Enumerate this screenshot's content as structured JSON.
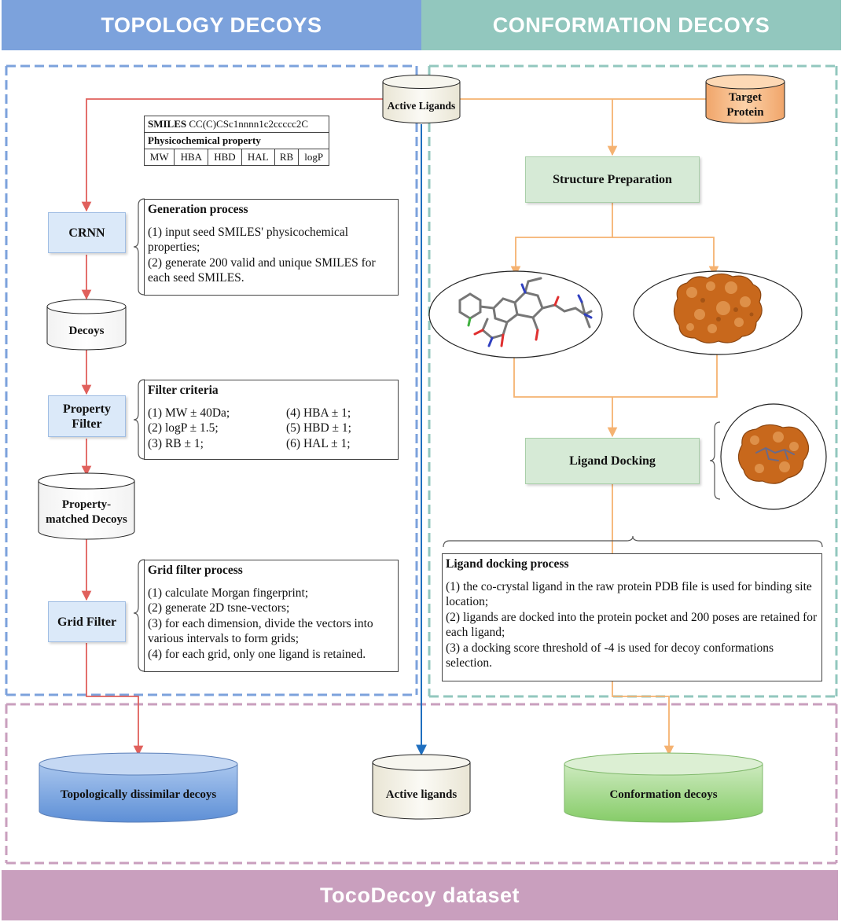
{
  "banners": {
    "topology": "TOPOLOGY DECOYS",
    "conformation": "CONFORMATION DECOYS",
    "dataset": "TocoDecoy dataset"
  },
  "colors": {
    "topology_banner": "#7ca2dc",
    "conformation_banner": "#92c7be",
    "dataset_banner": "#c99fbe",
    "red_arrow": "#e0605c",
    "blue_arrow": "#1f6fbf",
    "orange_arrow": "#f5b271",
    "protein": "#c8681c"
  },
  "cylinders": {
    "active_ligands": "Active Ligands",
    "target_protein_line1": "Target",
    "target_protein_line2": "Protein",
    "decoys": "Decoys",
    "pm_decoys_line1": "Property-",
    "pm_decoys_line2": "matched Decoys",
    "topo_dissimilar": "Topologically dissimilar decoys",
    "active_ligands_out": "Active ligands",
    "conformation_decoys": "Conformation decoys"
  },
  "process": {
    "crnn": "CRNN",
    "property_filter_line1": "Property",
    "property_filter_line2": "Filter",
    "grid_filter": "Grid Filter",
    "structure_prep": "Structure Preparation",
    "ligand_docking": "Ligand Docking"
  },
  "smiles_table": {
    "smiles_label": "SMILES",
    "smiles_value": "CC(C)CSc1nnnn1c2ccccc2C",
    "physchem_label": "Physicochemical property",
    "props": [
      "MW",
      "HBA",
      "HBD",
      "HAL",
      "RB",
      "logP"
    ]
  },
  "generation": {
    "header": "Generation process",
    "lines": [
      "(1) input seed SMILES' physicochemical properties;",
      "(2) generate 200 valid and unique SMILES for each seed SMILES."
    ]
  },
  "filter_criteria": {
    "header": "Filter criteria",
    "items": [
      "(1) MW ± 40Da;",
      "(4) HBA ± 1;",
      "(2) logP ± 1.5;",
      "(5) HBD ± 1;",
      "(3) RB ± 1;",
      "(6) HAL ± 1;"
    ]
  },
  "grid_process": {
    "header": "Grid filter process",
    "lines": [
      "(1) calculate Morgan fingerprint;",
      "(2) generate 2D tsne-vectors;",
      "(3) for each dimension, divide the vectors into various intervals to form grids;",
      "(4) for each grid, only one ligand is retained."
    ]
  },
  "docking_process": {
    "header": "Ligand docking process",
    "lines": [
      "(1) the co-crystal ligand in the raw protein PDB file is used for binding site location;",
      "(2) ligands are docked into the protein pocket and 200 poses are retained for each ligand;",
      "(3) a docking score threshold of -4 is used for decoy conformations selection."
    ]
  }
}
